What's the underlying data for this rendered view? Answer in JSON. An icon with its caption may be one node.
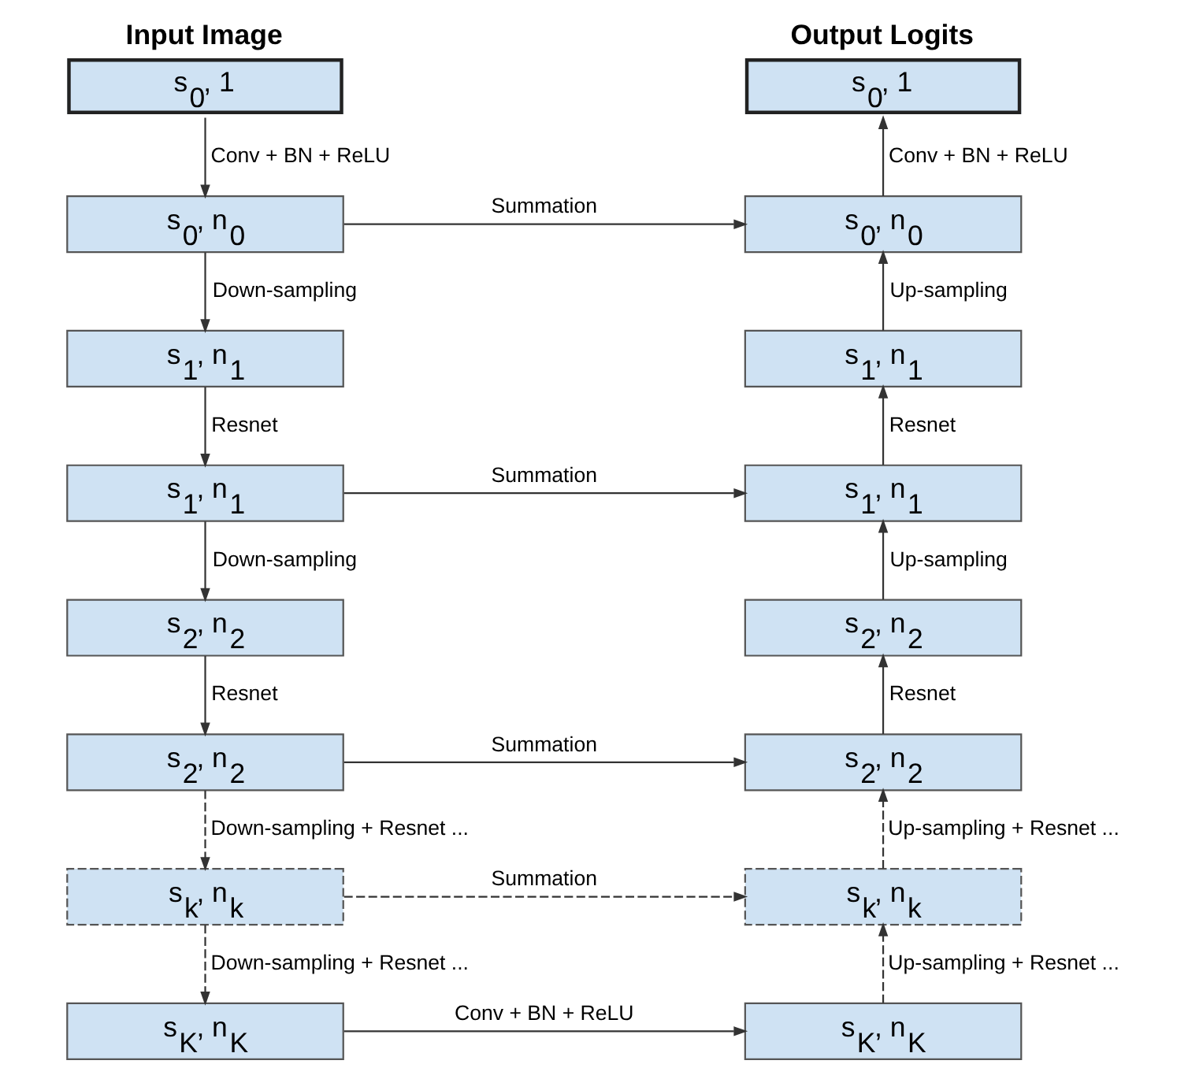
{
  "diagram": {
    "nodes": [
      {
        "text": [
          "Input Image",
          "s$_{0}$, 1"
        ]
      },
      {
        "text": [
          "s$_{0}$, n$_{0}$"
        ]
      },
      {
        "text": [
          "s$_{1}$, n$_{1}$"
        ]
      },
      {
        "text": [
          "s$_{1}$, n$_{1}$"
        ]
      },
      {
        "text": [
          "s$_{2}$, n$_{2}$"
        ]
      },
      {
        "text": [
          "s$_{2}$, n$_{2}$"
        ]
      },
      {
        "text": [
          "s$_{k}$, n$_{k}$"
        ]
      },
      {
        "text": [
          "s$_{K}$, n$_{K}$"
        ]
      },
      {
        "text": [
          "s$_{K}$, n$_{K}$"
        ]
      },
      {
        "text": [
          "s$_{k}$, n$_{k}$"
        ]
      },
      {
        "text": [
          "s$_{2}$, n$_{2}$"
        ]
      },
      {
        "text": [
          "s$_{2}$, n$_{2}$"
        ]
      },
      {
        "text": [
          "s$_{1}$, n$_{1}$"
        ]
      },
      {
        "text": [
          "s$_{1}$, n$_{1}$"
        ]
      },
      {
        "text": [
          "s$_{0}$, n$_{0}$"
        ]
      },
      {
        "text": [
          "Output Logits",
          "s$_{0}$, 1"
        ]
      }
    ],
    "edges": [
      {
        "from": 0,
        "to": 1,
        "arrow": "to",
        "label": "Conv + BN + ReLU"
      },
      {
        "from": 1,
        "to": 2,
        "arrow": "to",
        "label": "Down-sampling"
      },
      {
        "from": 2,
        "to": 3,
        "arrow": "to",
        "label": "Resnet"
      },
      {
        "from": 3,
        "to": 4,
        "arrow": "to",
        "label": "Down-sampling"
      },
      {
        "from": 4,
        "to": 5,
        "arrow": "to",
        "label": "Resnet"
      },
      {
        "from": 5,
        "to": 6,
        "arrow": "to",
        "label": "Down-sampling + Resnet ...",
        "style": "dashed"
      },
      {
        "from": 6,
        "to": 7,
        "arrow": "to",
        "label": "Down-sampling + Resnet ...",
        "style": "dashed"
      },
      {
        "from": 7,
        "to": 8,
        "arrow": "to",
        "label": "Conv + BN + ReLU"
      },
      {
        "from": 8,
        "to": 9,
        "arrow": "to",
        "label": "Up-sampling + Resnet ...",
        "style": "dashed"
      },
      {
        "from": 9,
        "to": 10,
        "arrow": "to",
        "label": "Up-sampling + Resnet ...",
        "style": "dashed"
      },
      {
        "from": 10,
        "to": 11,
        "arrow": "to",
        "label": "Resnet"
      },
      {
        "from": 11,
        "to": 12,
        "arrow": "to",
        "label": "Up-sampling"
      },
      {
        "from": 12,
        "to": 13,
        "arrow": "to",
        "label": "Resnet"
      },
      {
        "from": 13,
        "to": 14,
        "arrow": "to",
        "label": "Up-sampling"
      },
      {
        "from": 14,
        "to": 15,
        "arrow": "to",
        "label": "Conv + BN + ReLU"
      },
      {
        "from": 1,
        "to": 14,
        "arrow": "to",
        "label": "Summation"
      },
      {
        "from": 3,
        "to": 12,
        "arrow": "to",
        "label": "Summation"
      },
      {
        "from": 5,
        "to": 10,
        "arrow": "to",
        "label": "Summation"
      },
      {
        "from": 6,
        "to": 9,
        "arrow": "to",
        "label": "Summation",
        "style": "dashed"
      }
    ]
  }
}
